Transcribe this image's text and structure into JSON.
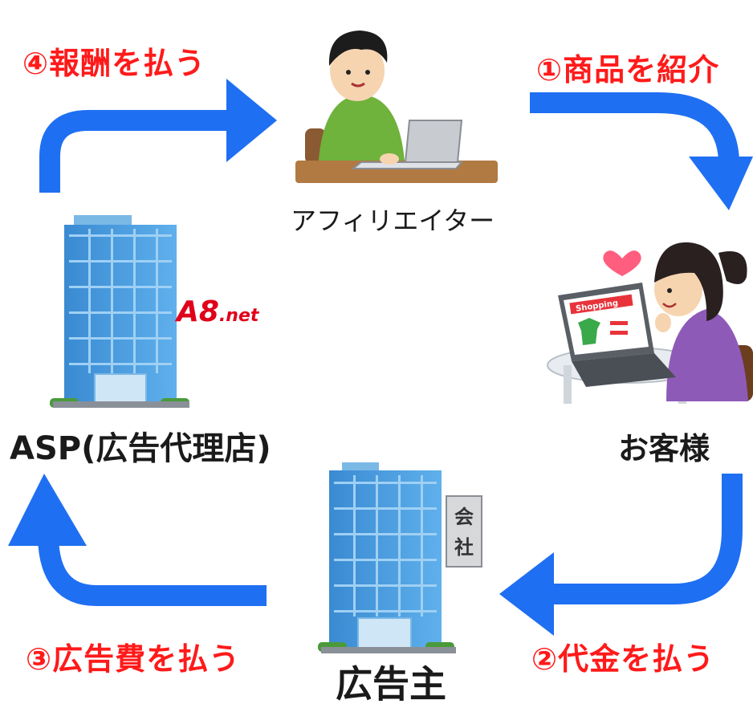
{
  "steps": {
    "step1": "①商品を紹介",
    "step2": "②代金を払う",
    "step3": "③広告費を払う",
    "step4": "④報酬を払う"
  },
  "nodes": {
    "affiliater": "アフィリエイター",
    "customer": "お客様",
    "asp": "ASP(広告代理店)",
    "advertiser": "広告主"
  },
  "brand": {
    "main": "A8",
    "suffix": ".net"
  },
  "building_sign": {
    "line1": "会",
    "line2": "社"
  },
  "screen": {
    "title": "Shopping"
  },
  "colors": {
    "arrow": "#1f6ff2",
    "step_text": "#ff1a1a",
    "building": "#3f93d6",
    "brand": "#e0001a"
  },
  "icons": [
    "person-laptop-icon",
    "customer-shopping-icon",
    "office-building-icon",
    "heart-icon"
  ]
}
